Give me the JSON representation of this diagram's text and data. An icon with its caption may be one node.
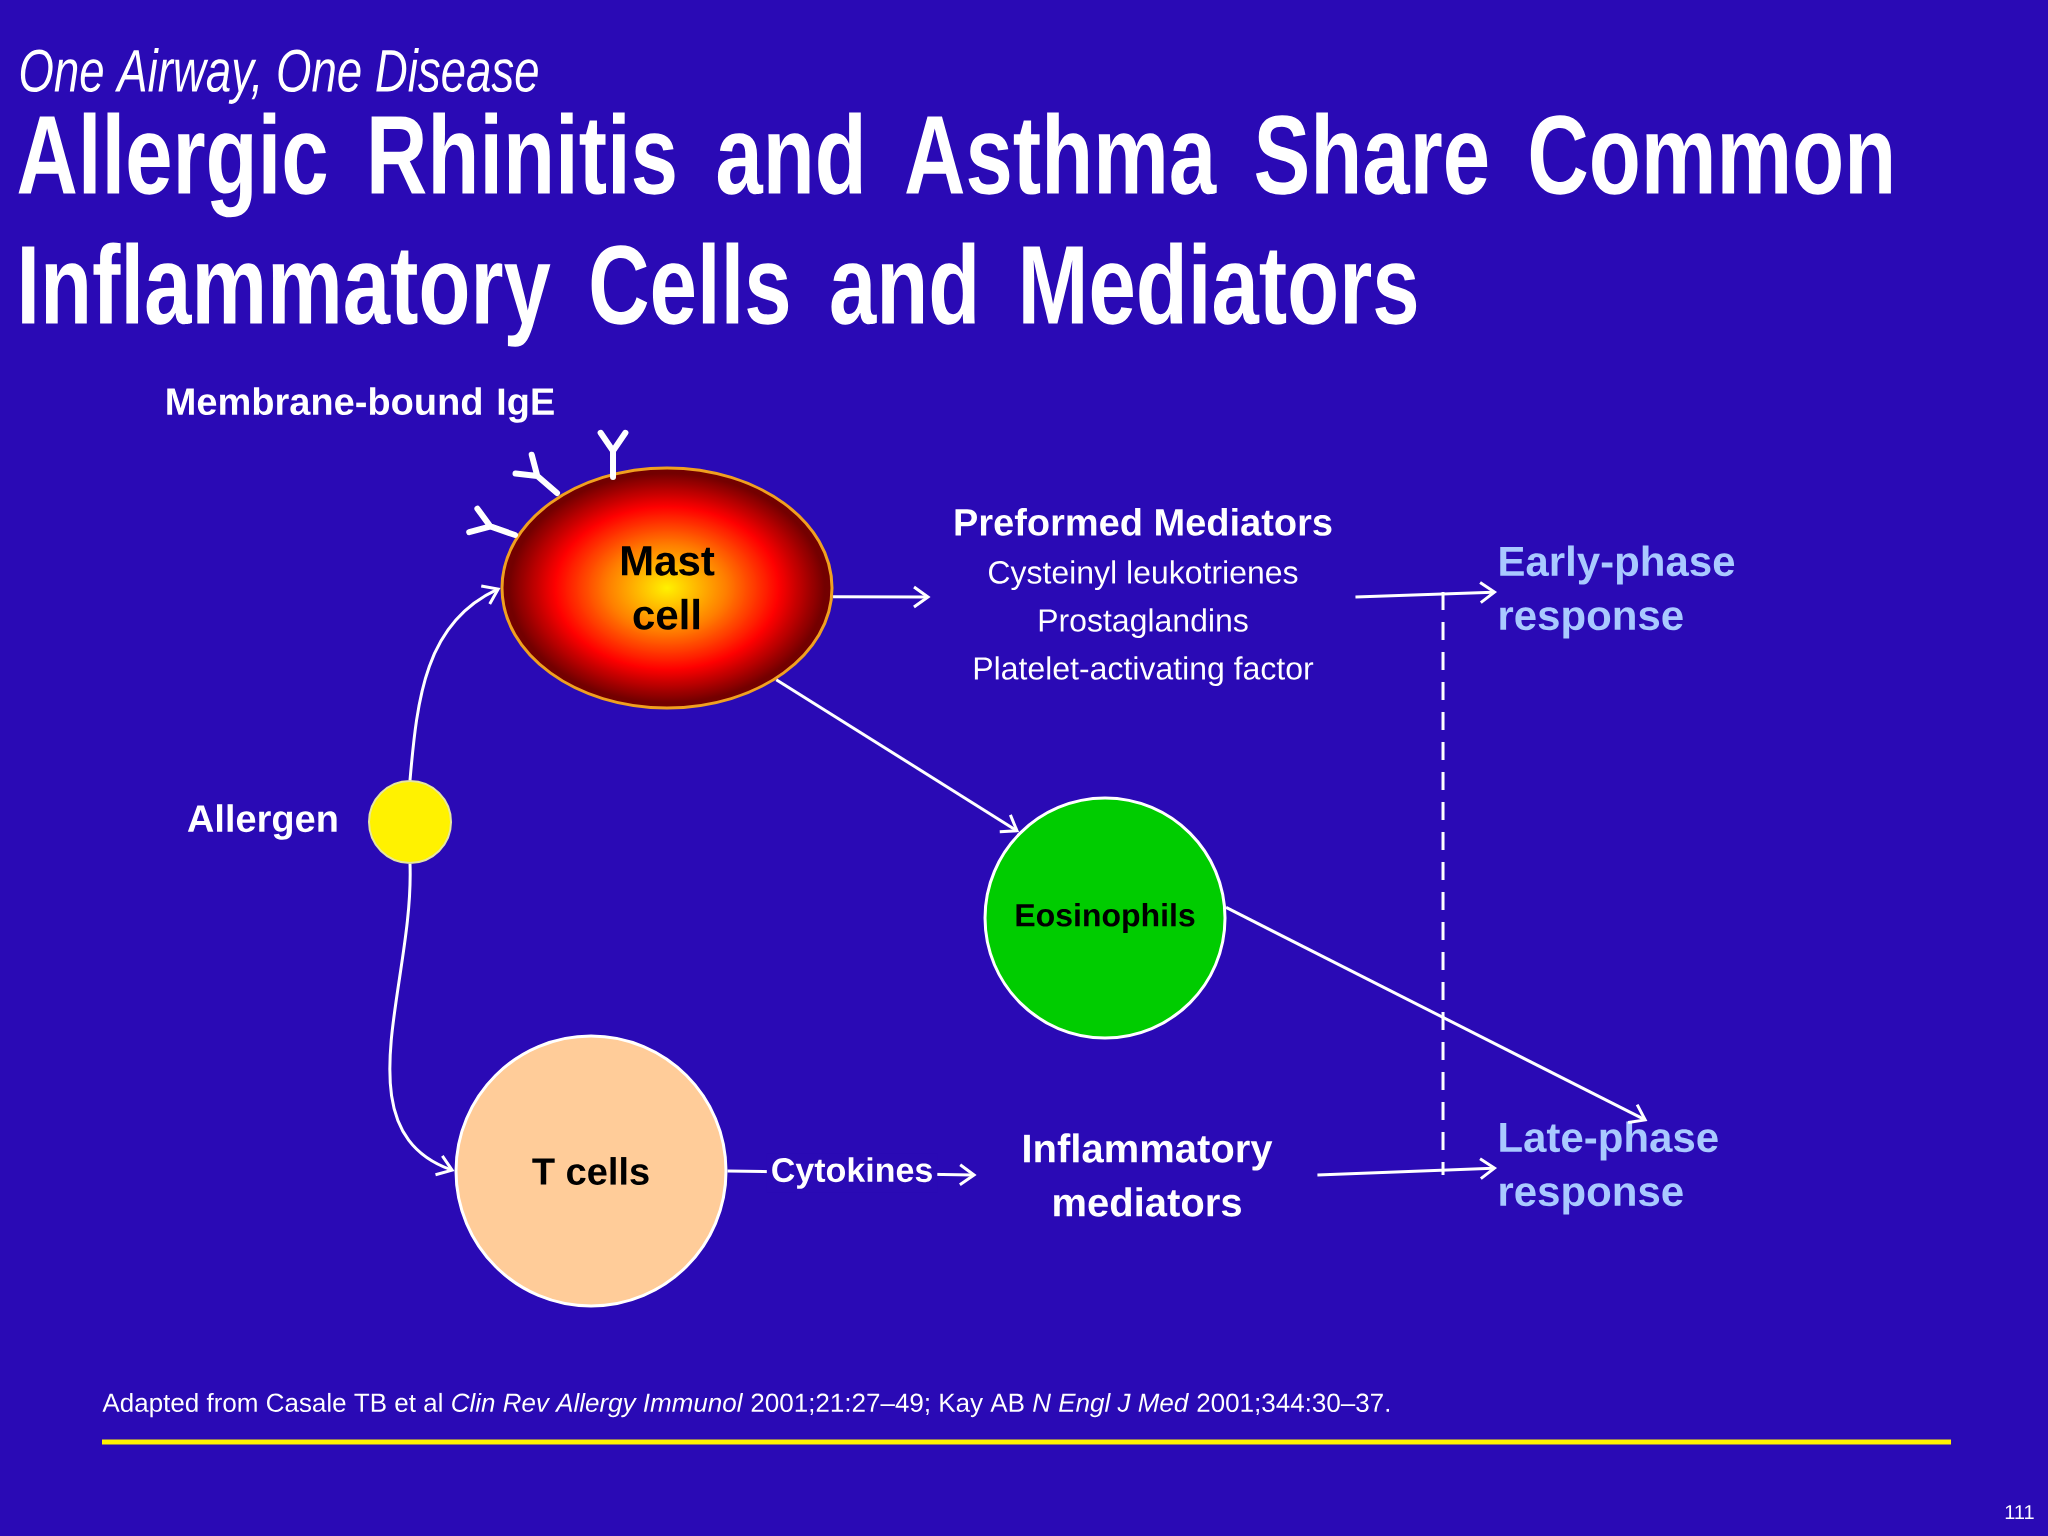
{
  "diagram": {
    "title": "Allergic Rhinitis and Asthma Share Common Inflammatory Cells and Mediators",
    "nodes": [
      {
        "text": [
          "Mast cell"
        ]
      },
      {
        "text": [
          "Preformed Mediators",
          "Cysteinyl leukotrienes",
          "Prostaglandins",
          "Platelet-activating factor"
        ]
      },
      {
        "text": [
          "Early-phase response"
        ]
      },
      {
        "text": [
          "Allergen"
        ]
      },
      {
        "text": [
          "Eosinophils"
        ]
      },
      {
        "text": [
          "T cells"
        ]
      },
      {
        "text": [
          "Inflammatory mediators"
        ]
      },
      {
        "text": [
          "Late-phase response"
        ]
      }
    ],
    "edges": [
      {
        "from": 3,
        "to": 0,
        "arrow": "to"
      },
      {
        "from": 3,
        "to": 5,
        "arrow": "to"
      },
      {
        "from": 0,
        "to": 1,
        "arrow": "to"
      },
      {
        "from": 0,
        "to": 4,
        "arrow": "to"
      },
      {
        "from": 1,
        "to": 2,
        "arrow": "to"
      },
      {
        "from": 4,
        "to": 7,
        "arrow": "to"
      },
      {
        "from": 5,
        "to": 6,
        "arrow": "to",
        "label": "Cytokines"
      },
      {
        "from": 6,
        "to": 7,
        "arrow": "to"
      }
    ],
    "labels": [
      "One Airway, One Disease",
      "Membrane-bound IgE",
      "Adapted from Casale TB et al *Clin Rev Allergy Immunol* 2001;21:27–49;  Kay AB *N Engl J Med* 2001;344:30–37.",
      "111"
    ]
  }
}
